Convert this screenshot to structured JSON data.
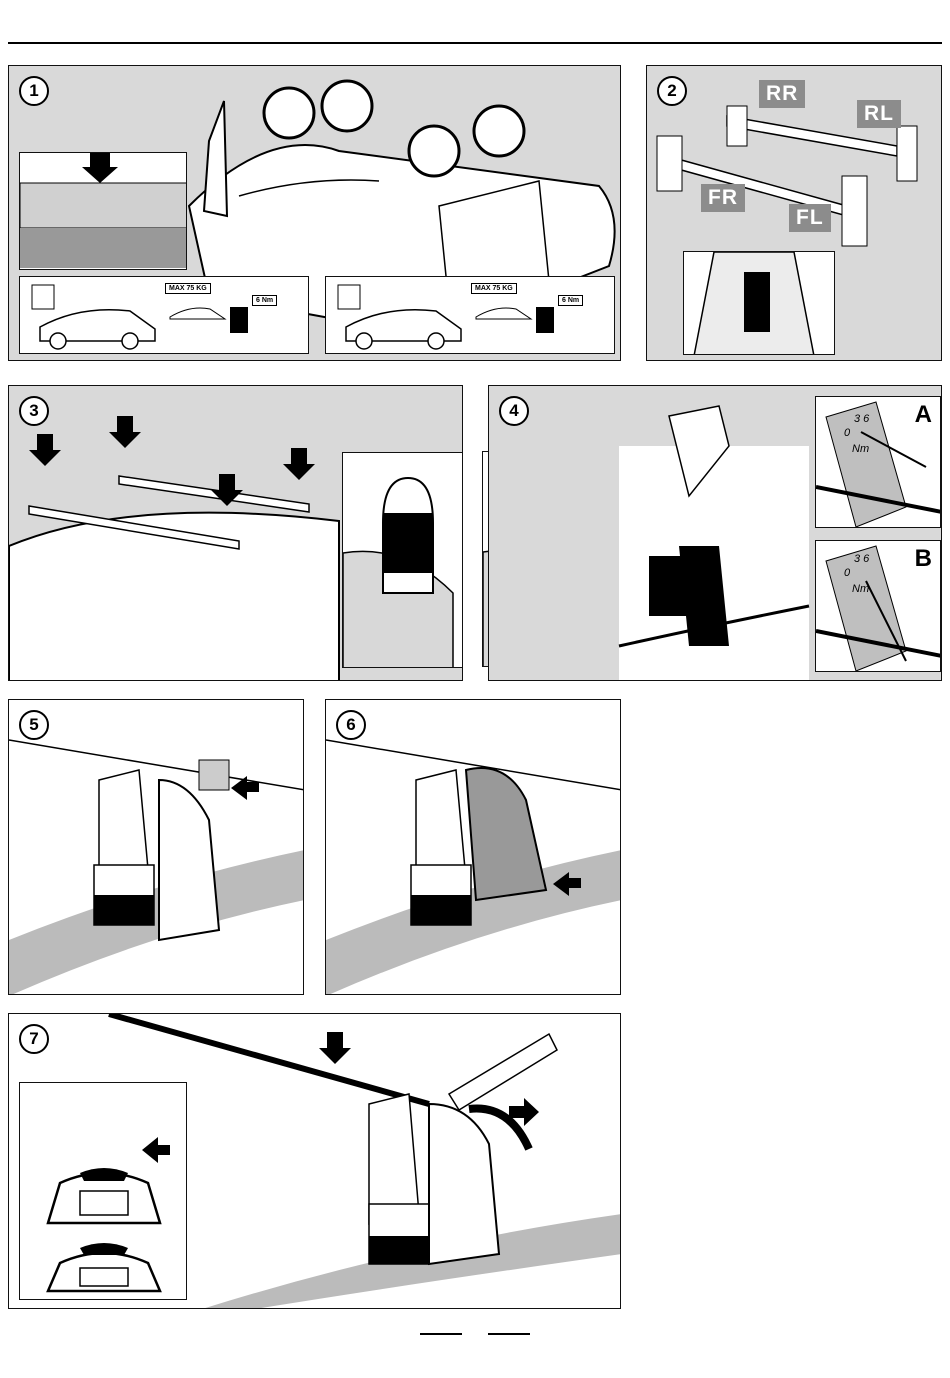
{
  "steps": {
    "s1": "1",
    "s2": "2",
    "s3": "3",
    "s4": "4",
    "s5": "5",
    "s6": "6",
    "s7": "7"
  },
  "step1": {
    "spec_max_load": "MAX 75 KG",
    "spec_torque": "6 Nm"
  },
  "step2": {
    "tag_rr": "RR",
    "tag_rl": "RL",
    "tag_fr": "FR",
    "tag_fl": "FL"
  },
  "step4": {
    "label_a": "A",
    "label_b": "B",
    "dial_scale": "3 6",
    "dial_zero": "0",
    "dial_unit": "Nm"
  },
  "colors": {
    "panel_bg": "#d9d9d9",
    "tag_bg": "#8c8c8c",
    "ink": "#000000"
  }
}
